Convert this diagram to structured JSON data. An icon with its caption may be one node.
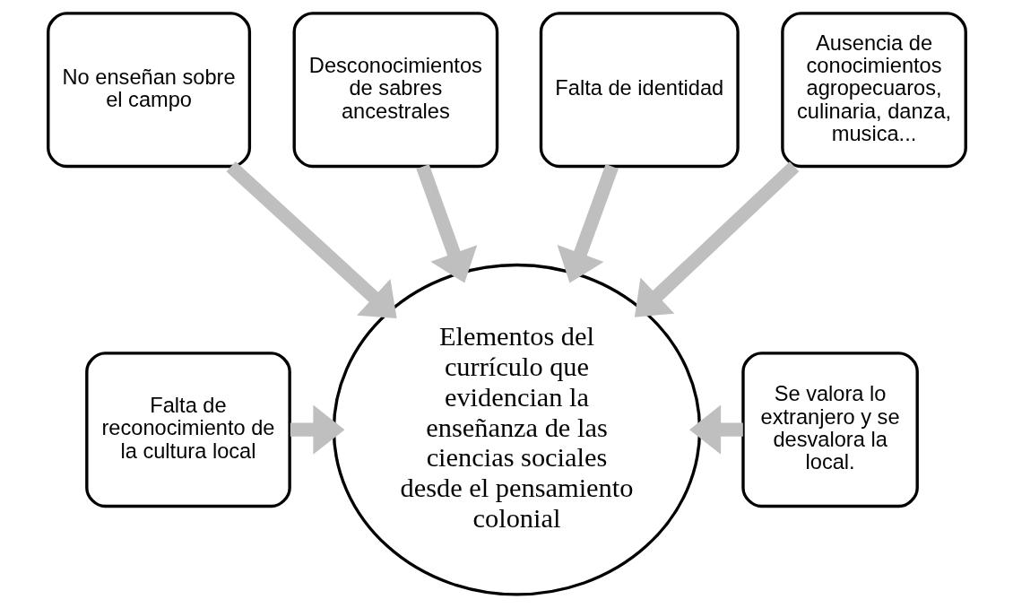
{
  "diagram": {
    "nodes": [
      {
        "text": [
          "Elementos del currículo que evidencian la enseñanza de las ciencias sociales desde el pensamiento colonial"
        ]
      },
      {
        "text": [
          "Falta de reconocimiento de la cultura local"
        ]
      },
      {
        "text": [
          "No enseñan sobre el campo"
        ]
      },
      {
        "text": [
          "Desconocimientos de sabres ancestrales"
        ]
      },
      {
        "text": [
          "Falta de identidad"
        ]
      },
      {
        "text": [
          "Ausencia de conocimientos agropecuaros, culinaria, danza, musica..."
        ]
      },
      {
        "text": [
          "Se valora lo extranjero y se desvalora la local."
        ]
      }
    ],
    "edges": [
      {
        "from": 1,
        "to": 0,
        "arrow": "to"
      },
      {
        "from": 2,
        "to": 0,
        "arrow": "to"
      },
      {
        "from": 3,
        "to": 0,
        "arrow": "to"
      },
      {
        "from": 4,
        "to": 0,
        "arrow": "to"
      },
      {
        "from": 5,
        "to": 0,
        "arrow": "to"
      },
      {
        "from": 6,
        "to": 0,
        "arrow": "to"
      }
    ]
  }
}
